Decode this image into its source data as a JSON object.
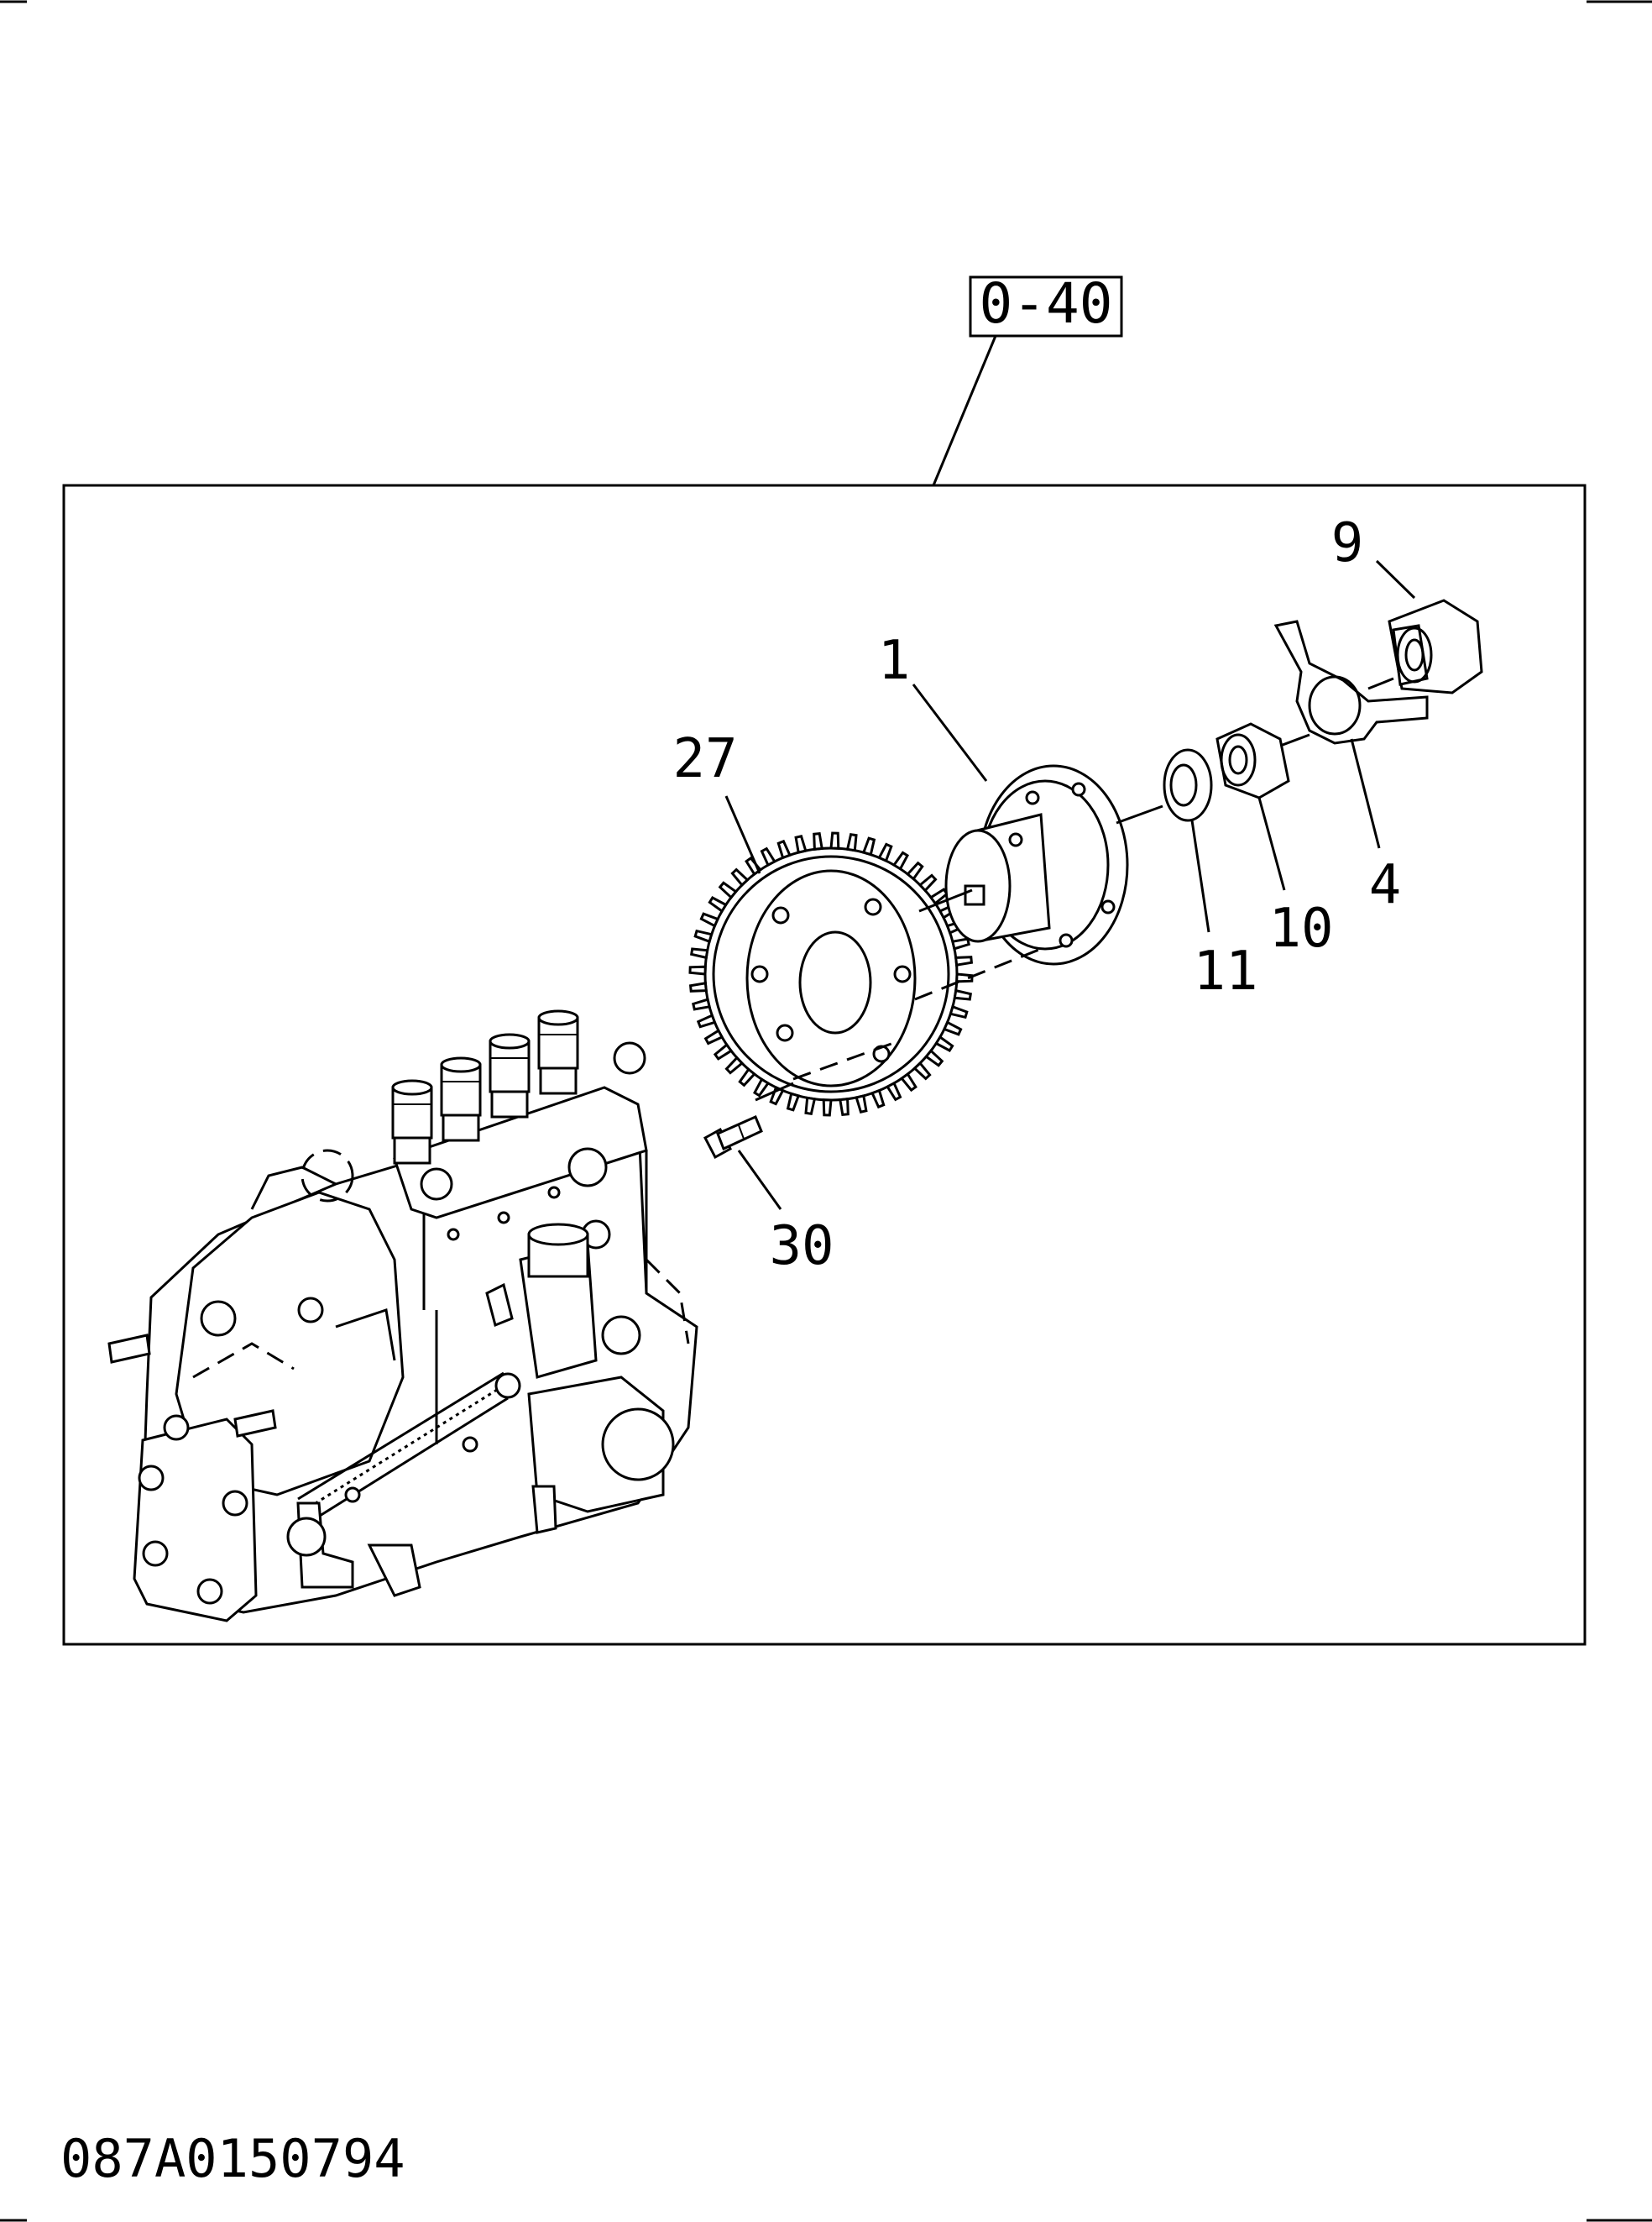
{
  "diagram": {
    "reference_tag": "0-40",
    "drawing_code": "087A0150794",
    "callouts": [
      {
        "id": "callout-1",
        "label": "1"
      },
      {
        "id": "callout-4",
        "label": "4"
      },
      {
        "id": "callout-9",
        "label": "9"
      },
      {
        "id": "callout-10",
        "label": "10"
      },
      {
        "id": "callout-11",
        "label": "11"
      },
      {
        "id": "callout-27",
        "label": "27"
      },
      {
        "id": "callout-30",
        "label": "30"
      }
    ]
  }
}
